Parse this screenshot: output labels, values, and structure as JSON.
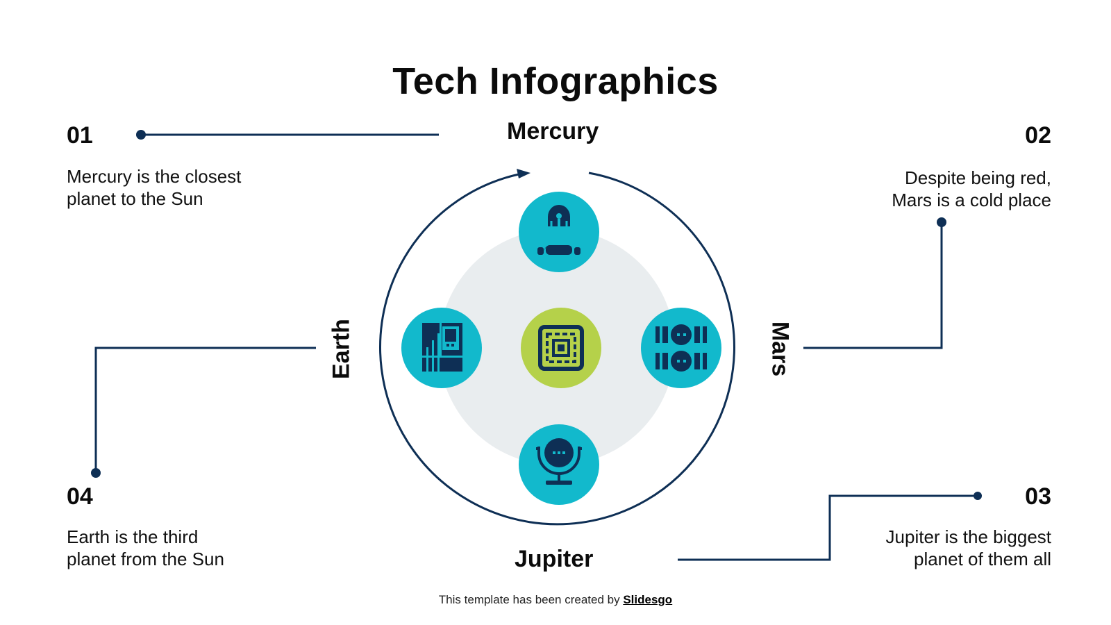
{
  "title": "Tech Infographics",
  "planets": {
    "top": "Mercury",
    "right": "Mars",
    "bottom": "Jupiter",
    "left": "Earth"
  },
  "items": [
    {
      "number": "01",
      "line1": "Mercury is the closest",
      "line2": "planet to the Sun"
    },
    {
      "number": "02",
      "line1": "Despite being red,",
      "line2": "Mars is a cold place"
    },
    {
      "number": "03",
      "line1": "Jupiter is the biggest",
      "line2": "planet of them all"
    },
    {
      "number": "04",
      "line1": "Earth is the third",
      "line2": "planet from the Sun"
    }
  ],
  "icons": {
    "top": "robot-head-icon",
    "left": "control-panel-icon",
    "center": "microchip-icon",
    "right": "power-outlet-icon",
    "bottom": "microphone-icon"
  },
  "colors": {
    "navy": "#0e2f55",
    "cyan": "#12b9cc",
    "lime": "#b5d14a",
    "light_gray": "#e9edef",
    "text": "#0b0b0b"
  },
  "footer": {
    "prefix": "This template has been created by ",
    "brand": "Slidesgo"
  }
}
